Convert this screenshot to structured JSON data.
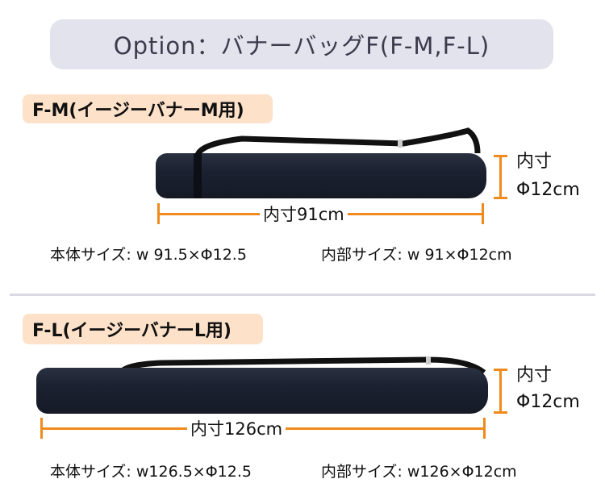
{
  "title": "Option：バナーバッグF(F-M,F-L)",
  "colors": {
    "accent": "#f08a1c",
    "label_bg": "#fde1c9",
    "title_bg": "#e3e3ee",
    "bag": "#1b2130"
  },
  "products": [
    {
      "label": "F-M(イージーバナーM用)",
      "inner_height_label": "内寸",
      "inner_diameter": "Φ12cm",
      "inner_length": "内寸91cm",
      "body_size": "本体サイズ: w 91.5×Φ12.5",
      "inner_size": "内部サイズ: w 91×Φ12cm"
    },
    {
      "label": "F-L(イージーバナーL用)",
      "inner_height_label": "内寸",
      "inner_diameter": "Φ12cm",
      "inner_length": "内寸126cm",
      "body_size": "本体サイズ: w126.5×Φ12.5",
      "inner_size": "内部サイズ: w126×Φ12cm"
    }
  ]
}
